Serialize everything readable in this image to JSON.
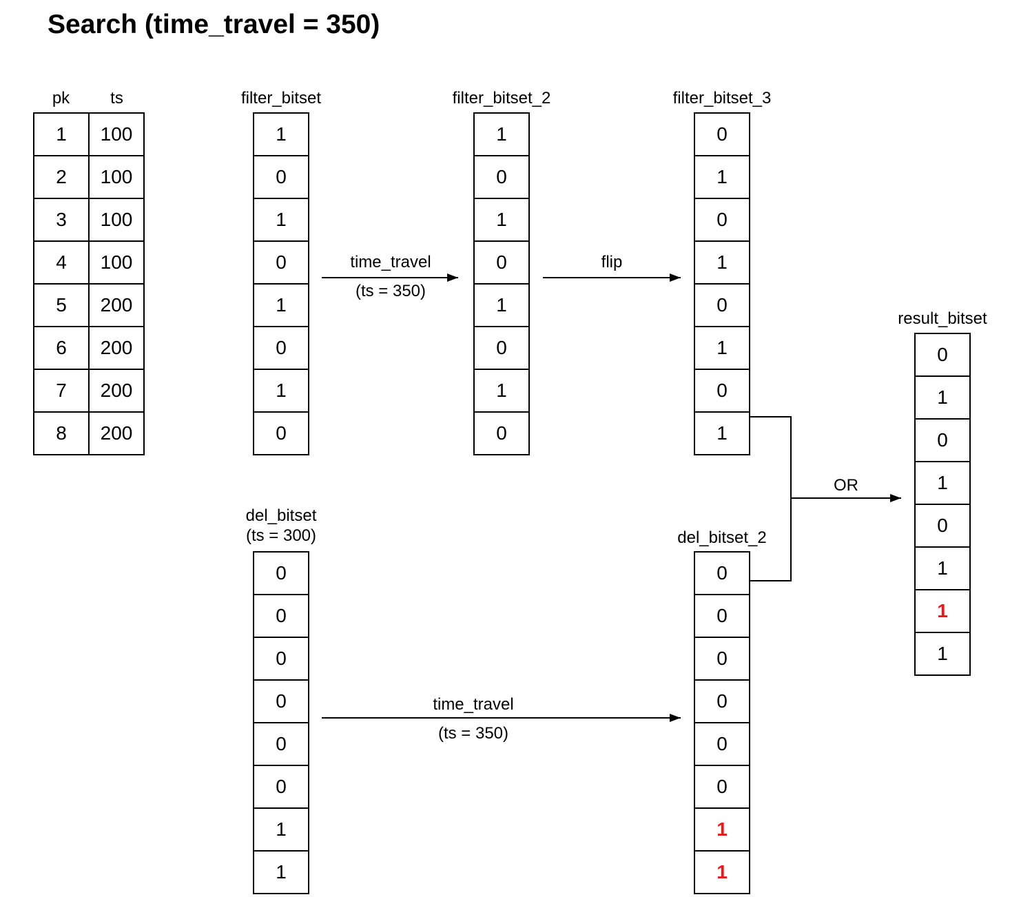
{
  "title": "Search (time_travel = 350)",
  "colors": {
    "ink": "#000000",
    "highlight_red": "#e8191d",
    "background": "#ffffff"
  },
  "records_table": {
    "headers": [
      "pk",
      "ts"
    ],
    "rows": [
      [
        "1",
        "100"
      ],
      [
        "2",
        "100"
      ],
      [
        "3",
        "100"
      ],
      [
        "4",
        "100"
      ],
      [
        "5",
        "200"
      ],
      [
        "6",
        "200"
      ],
      [
        "7",
        "200"
      ],
      [
        "8",
        "200"
      ]
    ]
  },
  "bitsets": {
    "filter_bitset": {
      "label": "filter_bitset",
      "values": [
        "1",
        "0",
        "1",
        "0",
        "1",
        "0",
        "1",
        "0"
      ],
      "red_indices": []
    },
    "filter_bitset_2": {
      "label": "filter_bitset_2",
      "values": [
        "1",
        "0",
        "1",
        "0",
        "1",
        "0",
        "1",
        "0"
      ],
      "red_indices": []
    },
    "filter_bitset_3": {
      "label": "filter_bitset_3",
      "values": [
        "0",
        "1",
        "0",
        "1",
        "0",
        "1",
        "0",
        "1"
      ],
      "red_indices": []
    },
    "del_bitset": {
      "label": "del_bitset",
      "sublabel": "(ts = 300)",
      "values": [
        "0",
        "0",
        "0",
        "0",
        "0",
        "0",
        "1",
        "1"
      ],
      "red_indices": []
    },
    "del_bitset_2": {
      "label": "del_bitset_2",
      "values": [
        "0",
        "0",
        "0",
        "0",
        "0",
        "0",
        "1",
        "1"
      ],
      "red_indices": [
        6,
        7
      ]
    },
    "result_bitset": {
      "label": "result_bitset",
      "values": [
        "0",
        "1",
        "0",
        "1",
        "0",
        "1",
        "1",
        "1"
      ],
      "red_indices": [
        6
      ]
    }
  },
  "arrows": {
    "time_travel_filter": {
      "label": "time_travel",
      "sublabel": "(ts = 350)"
    },
    "flip": {
      "label": "flip"
    },
    "time_travel_del": {
      "label": "time_travel",
      "sublabel": "(ts = 350)"
    },
    "or": {
      "label": "OR"
    }
  }
}
